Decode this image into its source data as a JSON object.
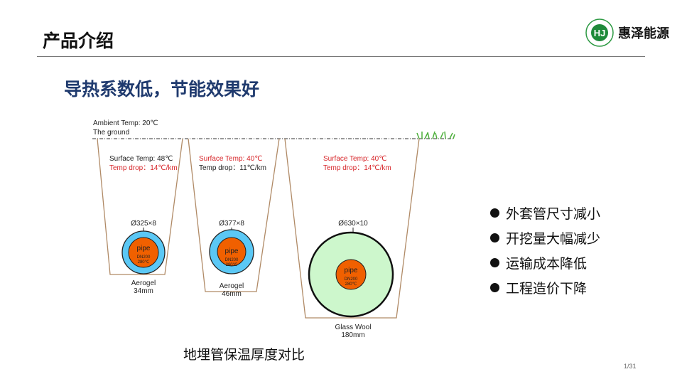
{
  "header": {
    "title": "产品介绍",
    "logo_text": "惠泽能源"
  },
  "subtitle": "导热系数低，节能效果好",
  "diagram": {
    "ambient": "Ambient Temp: 20℃",
    "ground": "The ground",
    "trenches": [
      {
        "surface": "Surface Temp: 48℃",
        "drop": "Temp drop：14℃/km",
        "dim": "Ø325×8",
        "material": "Aerogel",
        "thickness": "34mm"
      },
      {
        "surface": "Surface Temp: 40℃",
        "drop": "Temp drop：11℃/km",
        "dim": "Ø377×8",
        "material": "Aerogel",
        "thickness": "46mm"
      },
      {
        "surface": "Surface Temp: 40℃",
        "drop": "Temp drop：14℃/km",
        "dim": "Ø630×10",
        "material": "Glass Wool",
        "thickness": "180mm"
      }
    ],
    "pipe": {
      "label": "pipe",
      "spec": "DN200",
      "temp": "280℃"
    },
    "colors": {
      "red": "#d7262a",
      "aerogel": "#5bc8f5",
      "glasswool": "#cdf7cc",
      "pipe": "#f06000",
      "trench": "#b08a66"
    }
  },
  "bullets": [
    "外套管尺寸减小",
    "开挖量大幅减少",
    "运输成本降低",
    "工程造价下降"
  ],
  "caption": "地埋管保温厚度对比",
  "page": "1/31"
}
